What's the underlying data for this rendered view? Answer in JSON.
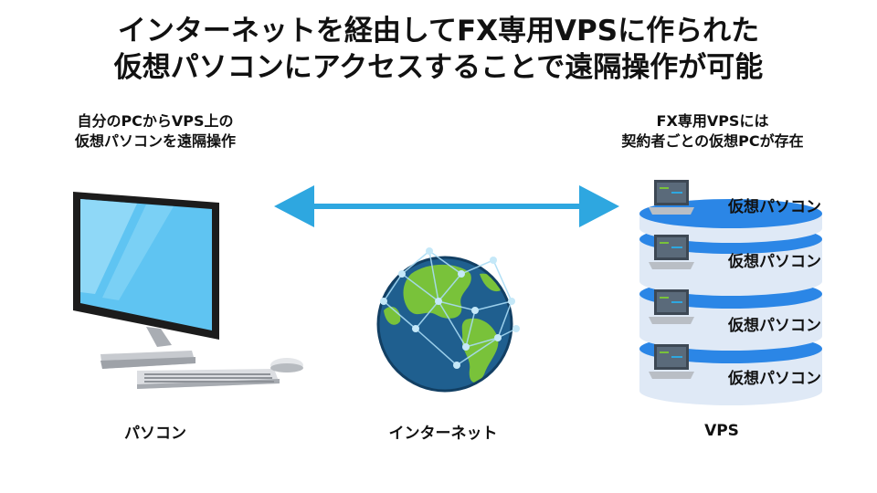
{
  "title": {
    "line1": "インターネットを経由してFX専用VPSに作られた",
    "line2": "仮想パソコンにアクセスすることで遠隔操作が可能"
  },
  "left_caption": {
    "line1": "自分のPCからVPS上の",
    "line2": "仮想パソコンを遠隔操作"
  },
  "right_caption": {
    "line1": "FX専用VPSには",
    "line2": "契約者ごとの仮想PCが存在"
  },
  "labels": {
    "pc": "パソコン",
    "internet": "インターネット",
    "vps": "VPS"
  },
  "vps_disks": [
    {
      "label": "仮想パソコン"
    },
    {
      "label": "仮想パソコン"
    },
    {
      "label": "仮想パソコン"
    },
    {
      "label": "仮想パソコン"
    }
  ],
  "colors": {
    "arrow": "#2ea7e0",
    "disk_top": "#2b86e6",
    "disk_body": "#dfe9f6",
    "screen": "#5fc4f2",
    "globe_ocean": "#1f5f8f",
    "globe_land": "#79c23a"
  }
}
